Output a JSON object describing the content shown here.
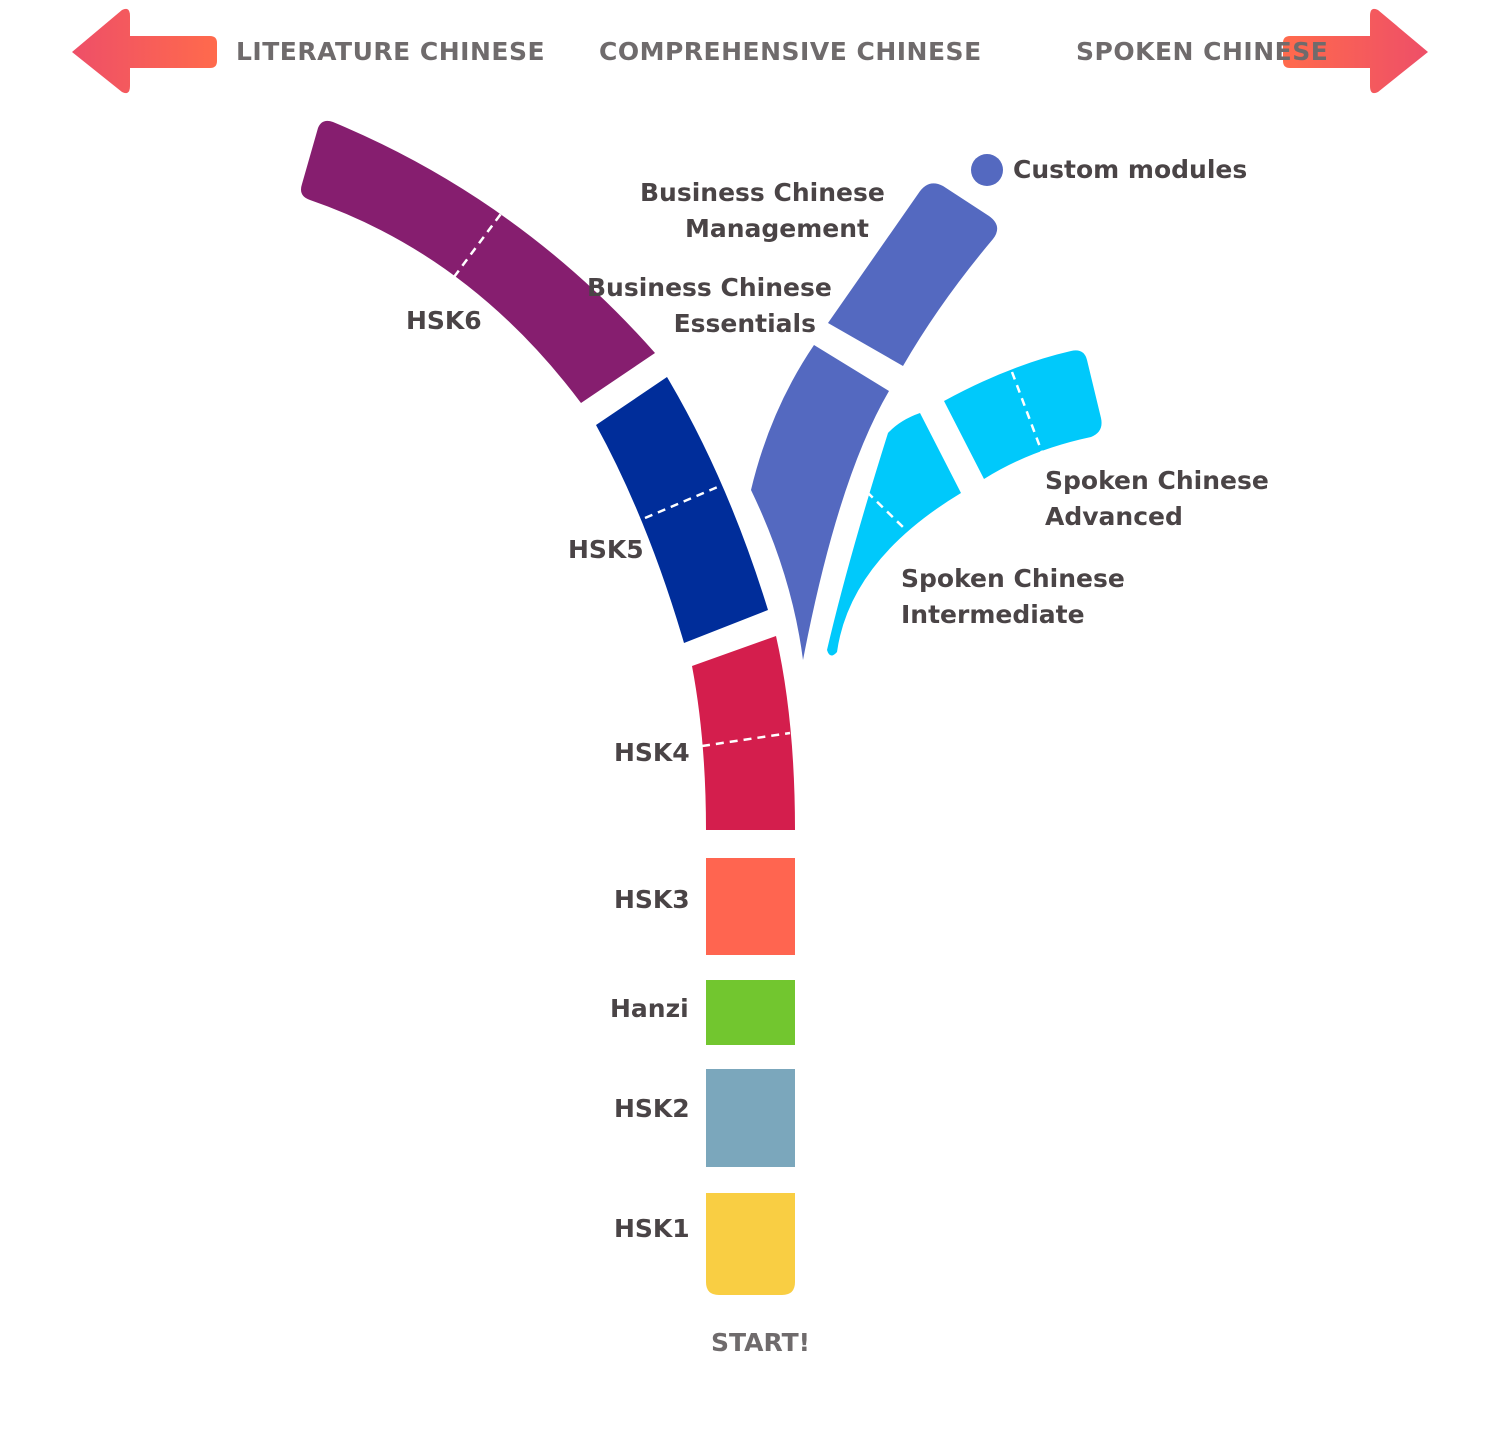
{
  "header": {
    "left": "LITERATURE CHINESE",
    "center": "COMPREHENSIVE CHINESE",
    "right": "SPOKEN CHINESE"
  },
  "legend": {
    "custom_modules": "Custom modules",
    "custom_modules_color": "#5469C0"
  },
  "levels": {
    "hsk1": {
      "label": "HSK1",
      "color": "#F9CE43"
    },
    "hsk2": {
      "label": "HSK2",
      "color": "#7BA7BC"
    },
    "hanzi": {
      "label": "Hanzi",
      "color": "#72C62F"
    },
    "hsk3": {
      "label": "HSK3",
      "color": "#FF6550"
    },
    "hsk4": {
      "label": "HSK4",
      "color": "#D41E4D"
    },
    "hsk5": {
      "label": "HSK5",
      "color": "#002D9A"
    },
    "hsk6": {
      "label": "HSK6",
      "color": "#861E6F"
    }
  },
  "business": {
    "essentials_line1": "Business Chinese",
    "essentials_line2": "Essentials",
    "management_line1": "Business Chinese",
    "management_line2": "Management",
    "color": "#5469C0"
  },
  "spoken": {
    "intermediate_line1": "Spoken Chinese",
    "intermediate_line2": "Intermediate",
    "advanced_line1": "Spoken Chinese",
    "advanced_line2": "Advanced",
    "color": "#00C9FB"
  },
  "start": "START!",
  "arrow_color_start": "#EE4F68",
  "arrow_color_end": "#FF6A4C"
}
